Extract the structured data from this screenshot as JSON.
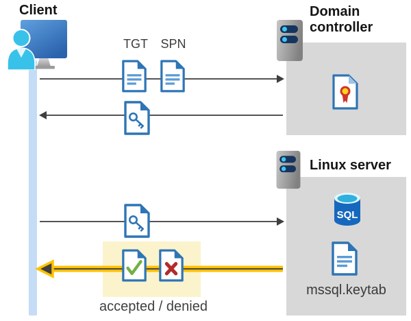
{
  "diagram": {
    "client": {
      "label": "Client"
    },
    "domain_controller": {
      "label": "Domain controller"
    },
    "linux_server": {
      "label": "Linux server",
      "sql_badge": "SQL",
      "keytab_file": "mssql.keytab"
    },
    "tickets": {
      "tgt": "TGT",
      "spn": "SPN"
    },
    "result": {
      "label": "accepted / denied"
    },
    "colors": {
      "document_blue": "#2e75b6",
      "document_line_blue": "#5b9bd5",
      "person_cyan": "#38c2ea",
      "panel_gray": "#d8d8d8",
      "timeline_blue": "#c5dcf6",
      "highlight_yellow": "#ffc103",
      "highlight_box_yellow": "#fbf3cc",
      "accepted_green": "#72b043",
      "denied_red": "#b32b2b",
      "certificate_gold": "#ffd21f",
      "certificate_red": "#cf3428",
      "sql_blue": "#1668bd",
      "sql_top_cyan": "#30b0dd",
      "arrow_gray": "#545454"
    }
  }
}
